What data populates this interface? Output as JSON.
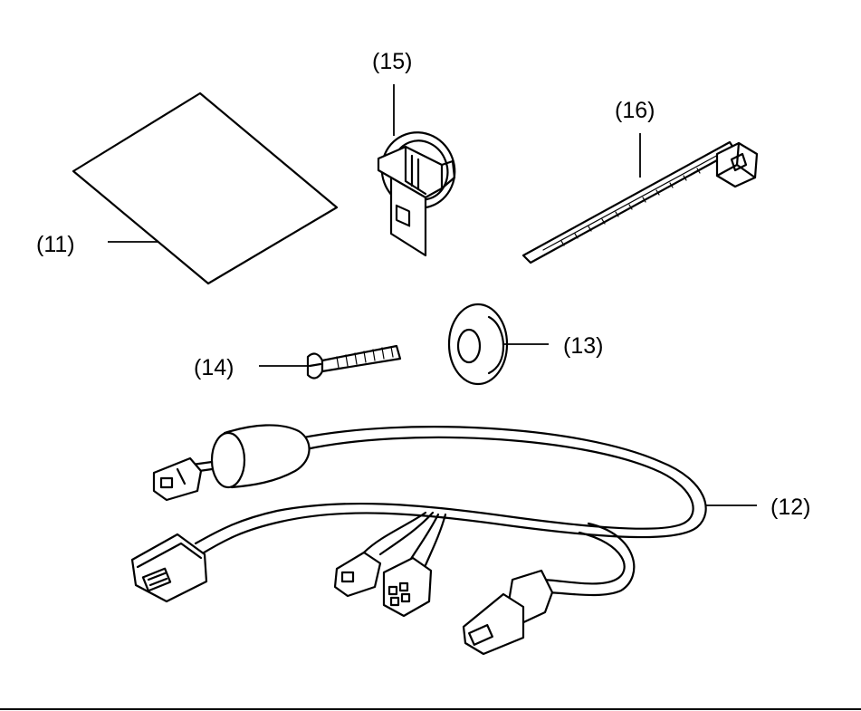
{
  "parts": {
    "p11": {
      "label": "(11)"
    },
    "p12": {
      "label": "(12)"
    },
    "p13": {
      "label": "(13)"
    },
    "p14": {
      "label": "(14)"
    },
    "p15": {
      "label": "(15)"
    },
    "p16": {
      "label": "(16)"
    }
  }
}
